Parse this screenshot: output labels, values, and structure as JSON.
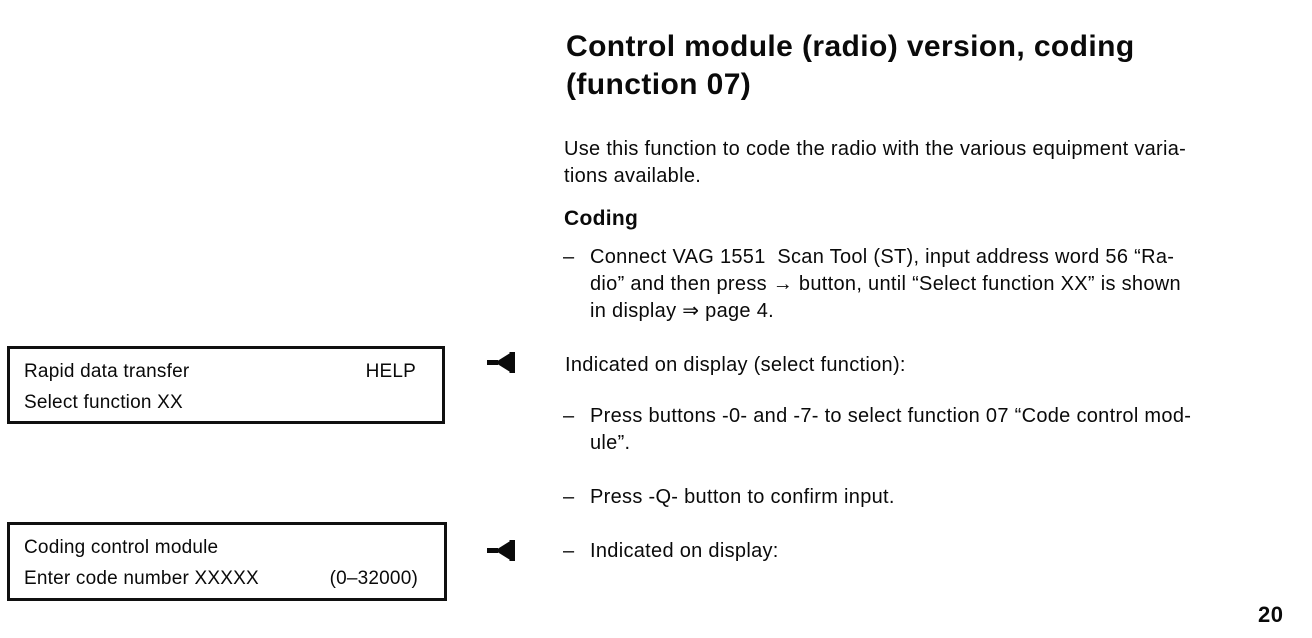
{
  "header": {
    "title": "Control module (radio) version, coding\n(function 07)"
  },
  "content": {
    "intro": "Use this function to code the radio with the various equipment varia-\ntions available.",
    "coding_heading": "Coding",
    "bullet_dash": "–",
    "step_connect": "Connect VAG 1551  Scan Tool (ST), input address word 56 “Ra-\ndio” and then press → button, until “Select function XX” is shown\nin display ⇒ page 4.",
    "indicated_select_function": "Indicated on display (select function):",
    "step_press_0_7": "Press buttons -0- and -7- to select function 07 “Code control mod-\nule”.",
    "step_press_q": "Press -Q- button to confirm input.",
    "indicated_display": "Indicated on display:",
    "page_number": "20"
  },
  "display1": {
    "line1_left": "Rapid data transfer",
    "line1_right": "HELP",
    "line2": "Select function XX"
  },
  "display2": {
    "line1": "Coding control module",
    "line2_left": "Enter code number XXXXX",
    "line2_right": "(0–32000)"
  },
  "icons": {
    "pointer": "left-pointer-arrow"
  },
  "colors": {
    "ink": "#0a0a0a",
    "paper": "#ffffff"
  }
}
